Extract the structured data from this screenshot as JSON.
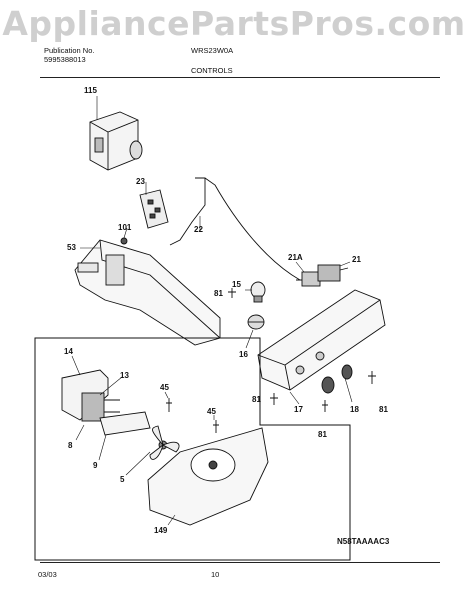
{
  "watermark": "AppliancePartsPros.com",
  "header": {
    "publication_label": "Publication No.",
    "publication_number": "5995388013",
    "model": "WRS23W0A",
    "section_title": "CONTROLS"
  },
  "footer": {
    "date": "03/03",
    "page": "10",
    "reference_code": "N58TAAAAC3"
  },
  "part_labels": {
    "p115": "115",
    "p23": "23",
    "p101": "101",
    "p22": "22",
    "p53": "53",
    "p21A": "21A",
    "p21": "21",
    "p15": "15",
    "p81_upper": "81",
    "p16": "16",
    "p14": "14",
    "p13": "13",
    "p45_left": "45",
    "p8": "8",
    "p9": "9",
    "p5": "5",
    "p45_right": "45",
    "p149": "149",
    "p81_mid": "81",
    "p17": "17",
    "p18": "18",
    "p81_right": "81",
    "p81_bottom": "81"
  }
}
